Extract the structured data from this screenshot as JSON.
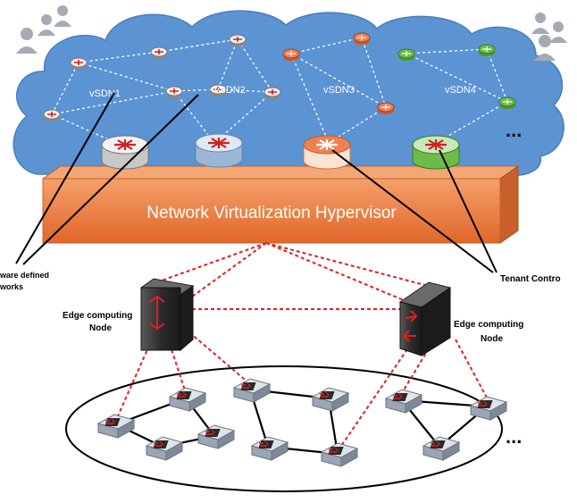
{
  "cloud": {
    "labels": [
      "vSDN1",
      "vSDN2",
      "vSDN3",
      "vSDN4"
    ],
    "ellipsis": "..."
  },
  "hypervisor": {
    "label": "Network Virtualization Hypervisor"
  },
  "callouts": {
    "software_defined": [
      "ware defined",
      "works"
    ],
    "tenant": "Tenant Contro"
  },
  "edge_nodes": [
    {
      "label_line1": "Edge computing",
      "label_line2": "Node"
    },
    {
      "label_line1": "Edge computing",
      "label_line2": "Node"
    }
  ],
  "physical": {
    "ellipsis": "..."
  },
  "colors": {
    "cloud": "#5b93d3",
    "hypervisor": "#ef7b31",
    "vsdn1": "#a6a6a6",
    "vsdn2": "#9bb7d5",
    "vsdn3": "#f08050",
    "vsdn4": "#6dbb4a",
    "link_dashed": "#e02020"
  },
  "icons": [
    "user-group-icon",
    "router-icon",
    "edge-server-icon",
    "switch-icon"
  ]
}
